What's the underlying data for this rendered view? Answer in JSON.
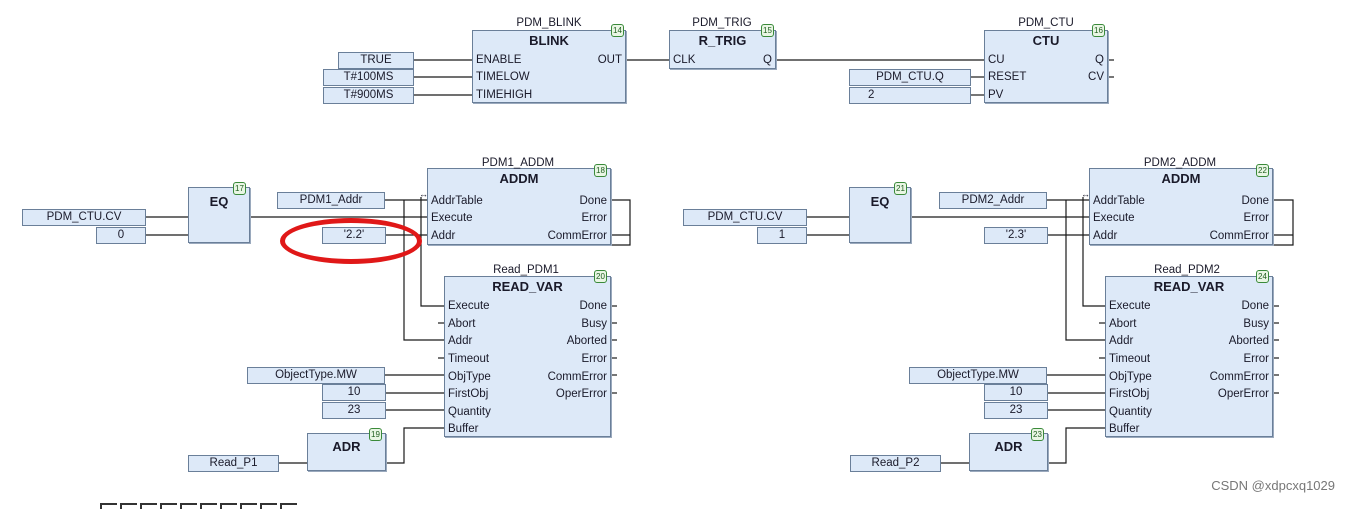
{
  "blocks": {
    "b14": {
      "instance": "PDM_BLINK",
      "type": "BLINK",
      "number": "14",
      "inputs": [
        "ENABLE",
        "TIMELOW",
        "TIMEHIGH"
      ],
      "outputs": [
        "OUT"
      ]
    },
    "b15": {
      "instance": "PDM_TRIG",
      "type": "R_TRIG",
      "number": "15",
      "inputs": [
        "CLK"
      ],
      "outputs": [
        "Q"
      ]
    },
    "b16": {
      "instance": "PDM_CTU",
      "type": "CTU",
      "number": "16",
      "inputs": [
        "CU",
        "RESET",
        "PV"
      ],
      "outputs": [
        "Q",
        "CV"
      ]
    },
    "b17": {
      "type": "EQ",
      "number": "17"
    },
    "b18": {
      "instance": "PDM1_ADDM",
      "type": "ADDM",
      "number": "18",
      "inputs": [
        "AddrTable",
        "Execute",
        "Addr"
      ],
      "outputs": [
        "Done",
        "Error",
        "CommError"
      ]
    },
    "b20": {
      "instance": "Read_PDM1",
      "type": "READ_VAR",
      "number": "20",
      "inputs": [
        "Execute",
        "Abort",
        "Addr",
        "Timeout",
        "ObjType",
        "FirstObj",
        "Quantity",
        "Buffer"
      ],
      "outputs": [
        "Done",
        "Busy",
        "Aborted",
        "Error",
        "CommError",
        "OperError"
      ]
    },
    "b19": {
      "type": "ADR",
      "number": "19"
    },
    "b21": {
      "type": "EQ",
      "number": "21"
    },
    "b22": {
      "instance": "PDM2_ADDM",
      "type": "ADDM",
      "number": "22",
      "inputs": [
        "AddrTable",
        "Execute",
        "Addr"
      ],
      "outputs": [
        "Done",
        "Error",
        "CommError"
      ]
    },
    "b24": {
      "instance": "Read_PDM2",
      "type": "READ_VAR",
      "number": "24",
      "inputs": [
        "Execute",
        "Abort",
        "Addr",
        "Timeout",
        "ObjType",
        "FirstObj",
        "Quantity",
        "Buffer"
      ],
      "outputs": [
        "Done",
        "Busy",
        "Aborted",
        "Error",
        "CommError",
        "OperError"
      ]
    },
    "b23": {
      "type": "ADR",
      "number": "23"
    }
  },
  "variables": {
    "v_true": "TRUE",
    "v_t100": "T#100MS",
    "v_t900": "T#900MS",
    "v_ctuq": "PDM_CTU.Q",
    "v_pv": "2",
    "v_cv1": "PDM_CTU.CV",
    "v_zero": "0",
    "v_addr1": "PDM1_Addr",
    "v_str1": "'2.2'",
    "v_objtype1": "ObjectType.MW",
    "v_first1": "10",
    "v_qty1": "23",
    "v_readp1": "Read_P1",
    "v_cv2": "PDM_CTU.CV",
    "v_one": "1",
    "v_addr2": "PDM2_Addr",
    "v_str2": "'2.3'",
    "v_objtype2": "ObjectType.MW",
    "v_first2": "10",
    "v_qty2": "23",
    "v_readp2": "Read_P2"
  },
  "markers": {
    "bidirectional": "↔"
  },
  "watermark": "CSDN @xdpcxq1029",
  "colors": {
    "block_fill": "#dde9f8",
    "block_border": "#6a7f99",
    "wire": "#1a1a1a",
    "annotation": "#e01818",
    "number_badge": "#3a8a3a"
  }
}
